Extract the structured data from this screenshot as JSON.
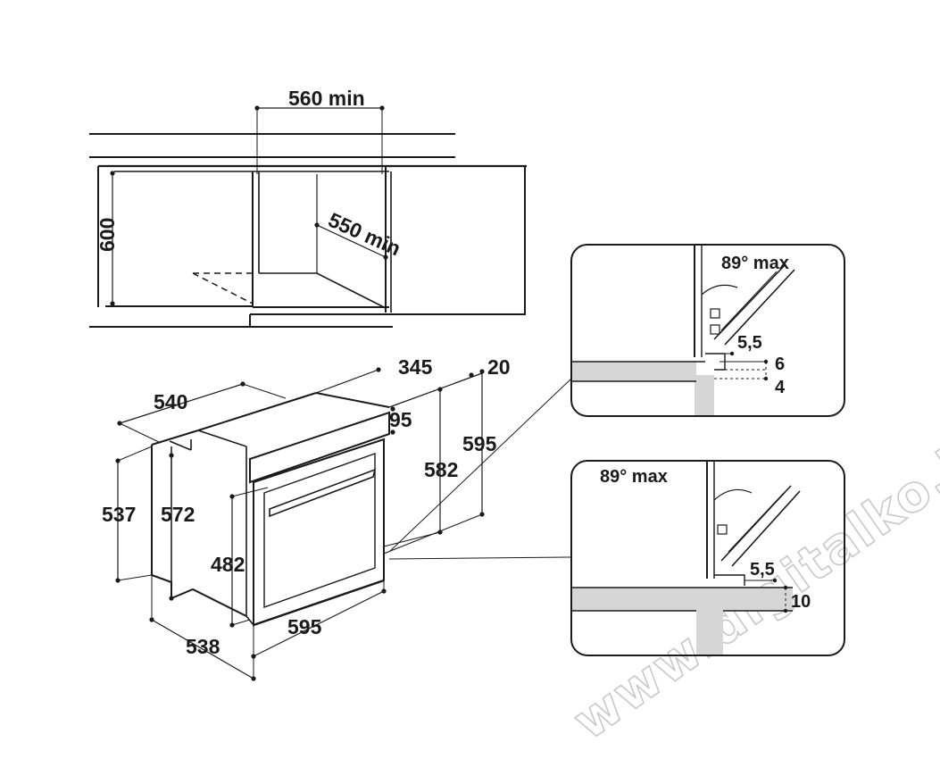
{
  "niche": {
    "width_label": "560 min",
    "depth_label": "550 min",
    "height_label": "600"
  },
  "oven": {
    "depth_total": "540",
    "panel_depth": "345",
    "gap": "20",
    "offset": "95",
    "inner_height": "582",
    "front_height": "595",
    "body_height": "537",
    "outer_height": "572",
    "door_height": "482",
    "bottom_depth": "538",
    "front_width": "595"
  },
  "detail_top": {
    "angle": "89° max",
    "gap_a": "5,5",
    "gap_b": "6",
    "gap_c": "4"
  },
  "detail_bottom": {
    "angle": "89° max",
    "gap_a": "5,5",
    "gap_b": "10"
  },
  "watermark": "www.digitalko.hu",
  "colors": {
    "line": "#1a1a1a",
    "hatch": "#d6d6d6"
  }
}
